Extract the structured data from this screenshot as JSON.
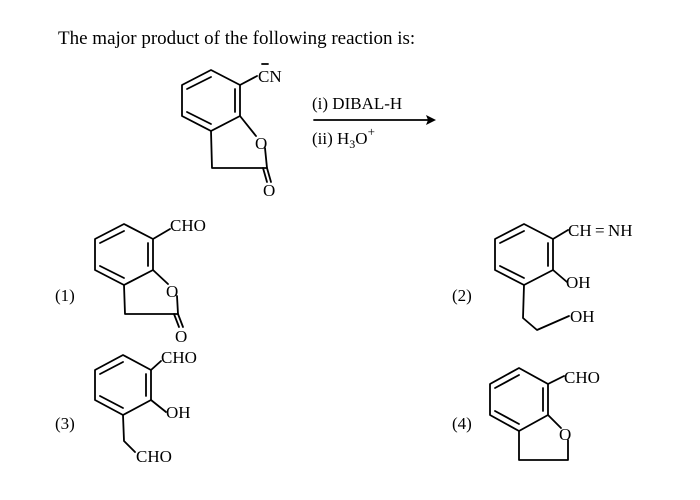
{
  "question": "The major product of the following reaction is:",
  "reaction": {
    "group_cn": "CN",
    "ring_o": "O",
    "carbonyl_o": "O",
    "step1": "(i) DIBAL-H",
    "step2_prefix": "(ii) H",
    "step2_sub": "3",
    "step2_o": "O",
    "step2_sup": "+"
  },
  "options": [
    {
      "label": "(1)",
      "top_group": "CHO",
      "ring_o": "O",
      "carbonyl_o": "O"
    },
    {
      "label": "(2)",
      "top_group": "CH = NH",
      "oh1": "OH",
      "oh2": "OH"
    },
    {
      "label": "(3)",
      "top_group": "CHO",
      "oh": "OH",
      "bottom_group": "CHO"
    },
    {
      "label": "(4)",
      "top_group": "CHO",
      "ring_o": "O"
    }
  ]
}
